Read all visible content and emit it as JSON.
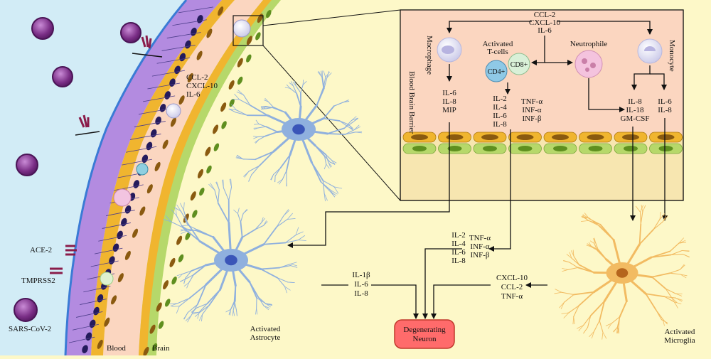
{
  "left": {
    "cytokines": [
      "CCL-2",
      "CXCL-10",
      "IL-6"
    ],
    "ace2": "ACE-2",
    "tmprss2": "TMPRSS2",
    "virus": "SARS-CoV-2",
    "blood": "Blood",
    "brain": "Brain"
  },
  "panel": {
    "bbb": "Blood Brain Barrier",
    "top_cytokines": [
      "CCL-2",
      "CXCL-10",
      "IL-6"
    ],
    "macrophage": "Macrophage",
    "monocyte": "Monocyte",
    "tcells": [
      "Activated",
      "T-cells"
    ],
    "cd4": "CD4+",
    "cd8": "CD8+",
    "neutrophile": "Neutrophile",
    "macro_out": [
      "IL-6",
      "IL-8",
      "MIP"
    ],
    "t_out_a": [
      "IL-2",
      "IL-4",
      "IL-6",
      "IL-8"
    ],
    "t_out_b": [
      "TNF-α",
      "INF-α",
      "INF-β"
    ],
    "mono_out_a": [
      "IL-8",
      "IL-18",
      "GM-CSF"
    ],
    "mono_out_b": [
      "IL-6",
      "IL-8"
    ]
  },
  "bottom": {
    "t_a": [
      "IL-2",
      "IL-4",
      "IL-6",
      "IL-8"
    ],
    "t_b": [
      "TNF-α",
      "INF-α",
      "INF-β"
    ],
    "astro_out": [
      "IL-1β",
      "IL-6",
      "IL-8"
    ],
    "micro_out": [
      "CXCL-10",
      "CCL-2",
      "TNF-α"
    ],
    "astrocyte": [
      "Activated",
      "Astrocyte"
    ],
    "microglia": [
      "Activated",
      "Microglia"
    ],
    "neuron": [
      "Degenerating",
      "Neuron"
    ]
  },
  "colors": {
    "background": "#fdf8c8",
    "blood_region": "#d2ecf6",
    "epithelium": "#b38be0",
    "nucleus": "#241b5c",
    "endothelium": "#f0b52f",
    "parenchyma": "#fbd6c0",
    "glia": "#b6d86a",
    "astrocyte": "#8fb0de",
    "microglia": "#f2bb62",
    "neuron_box": "#ff6b6b",
    "virus": "#7a2e86"
  }
}
